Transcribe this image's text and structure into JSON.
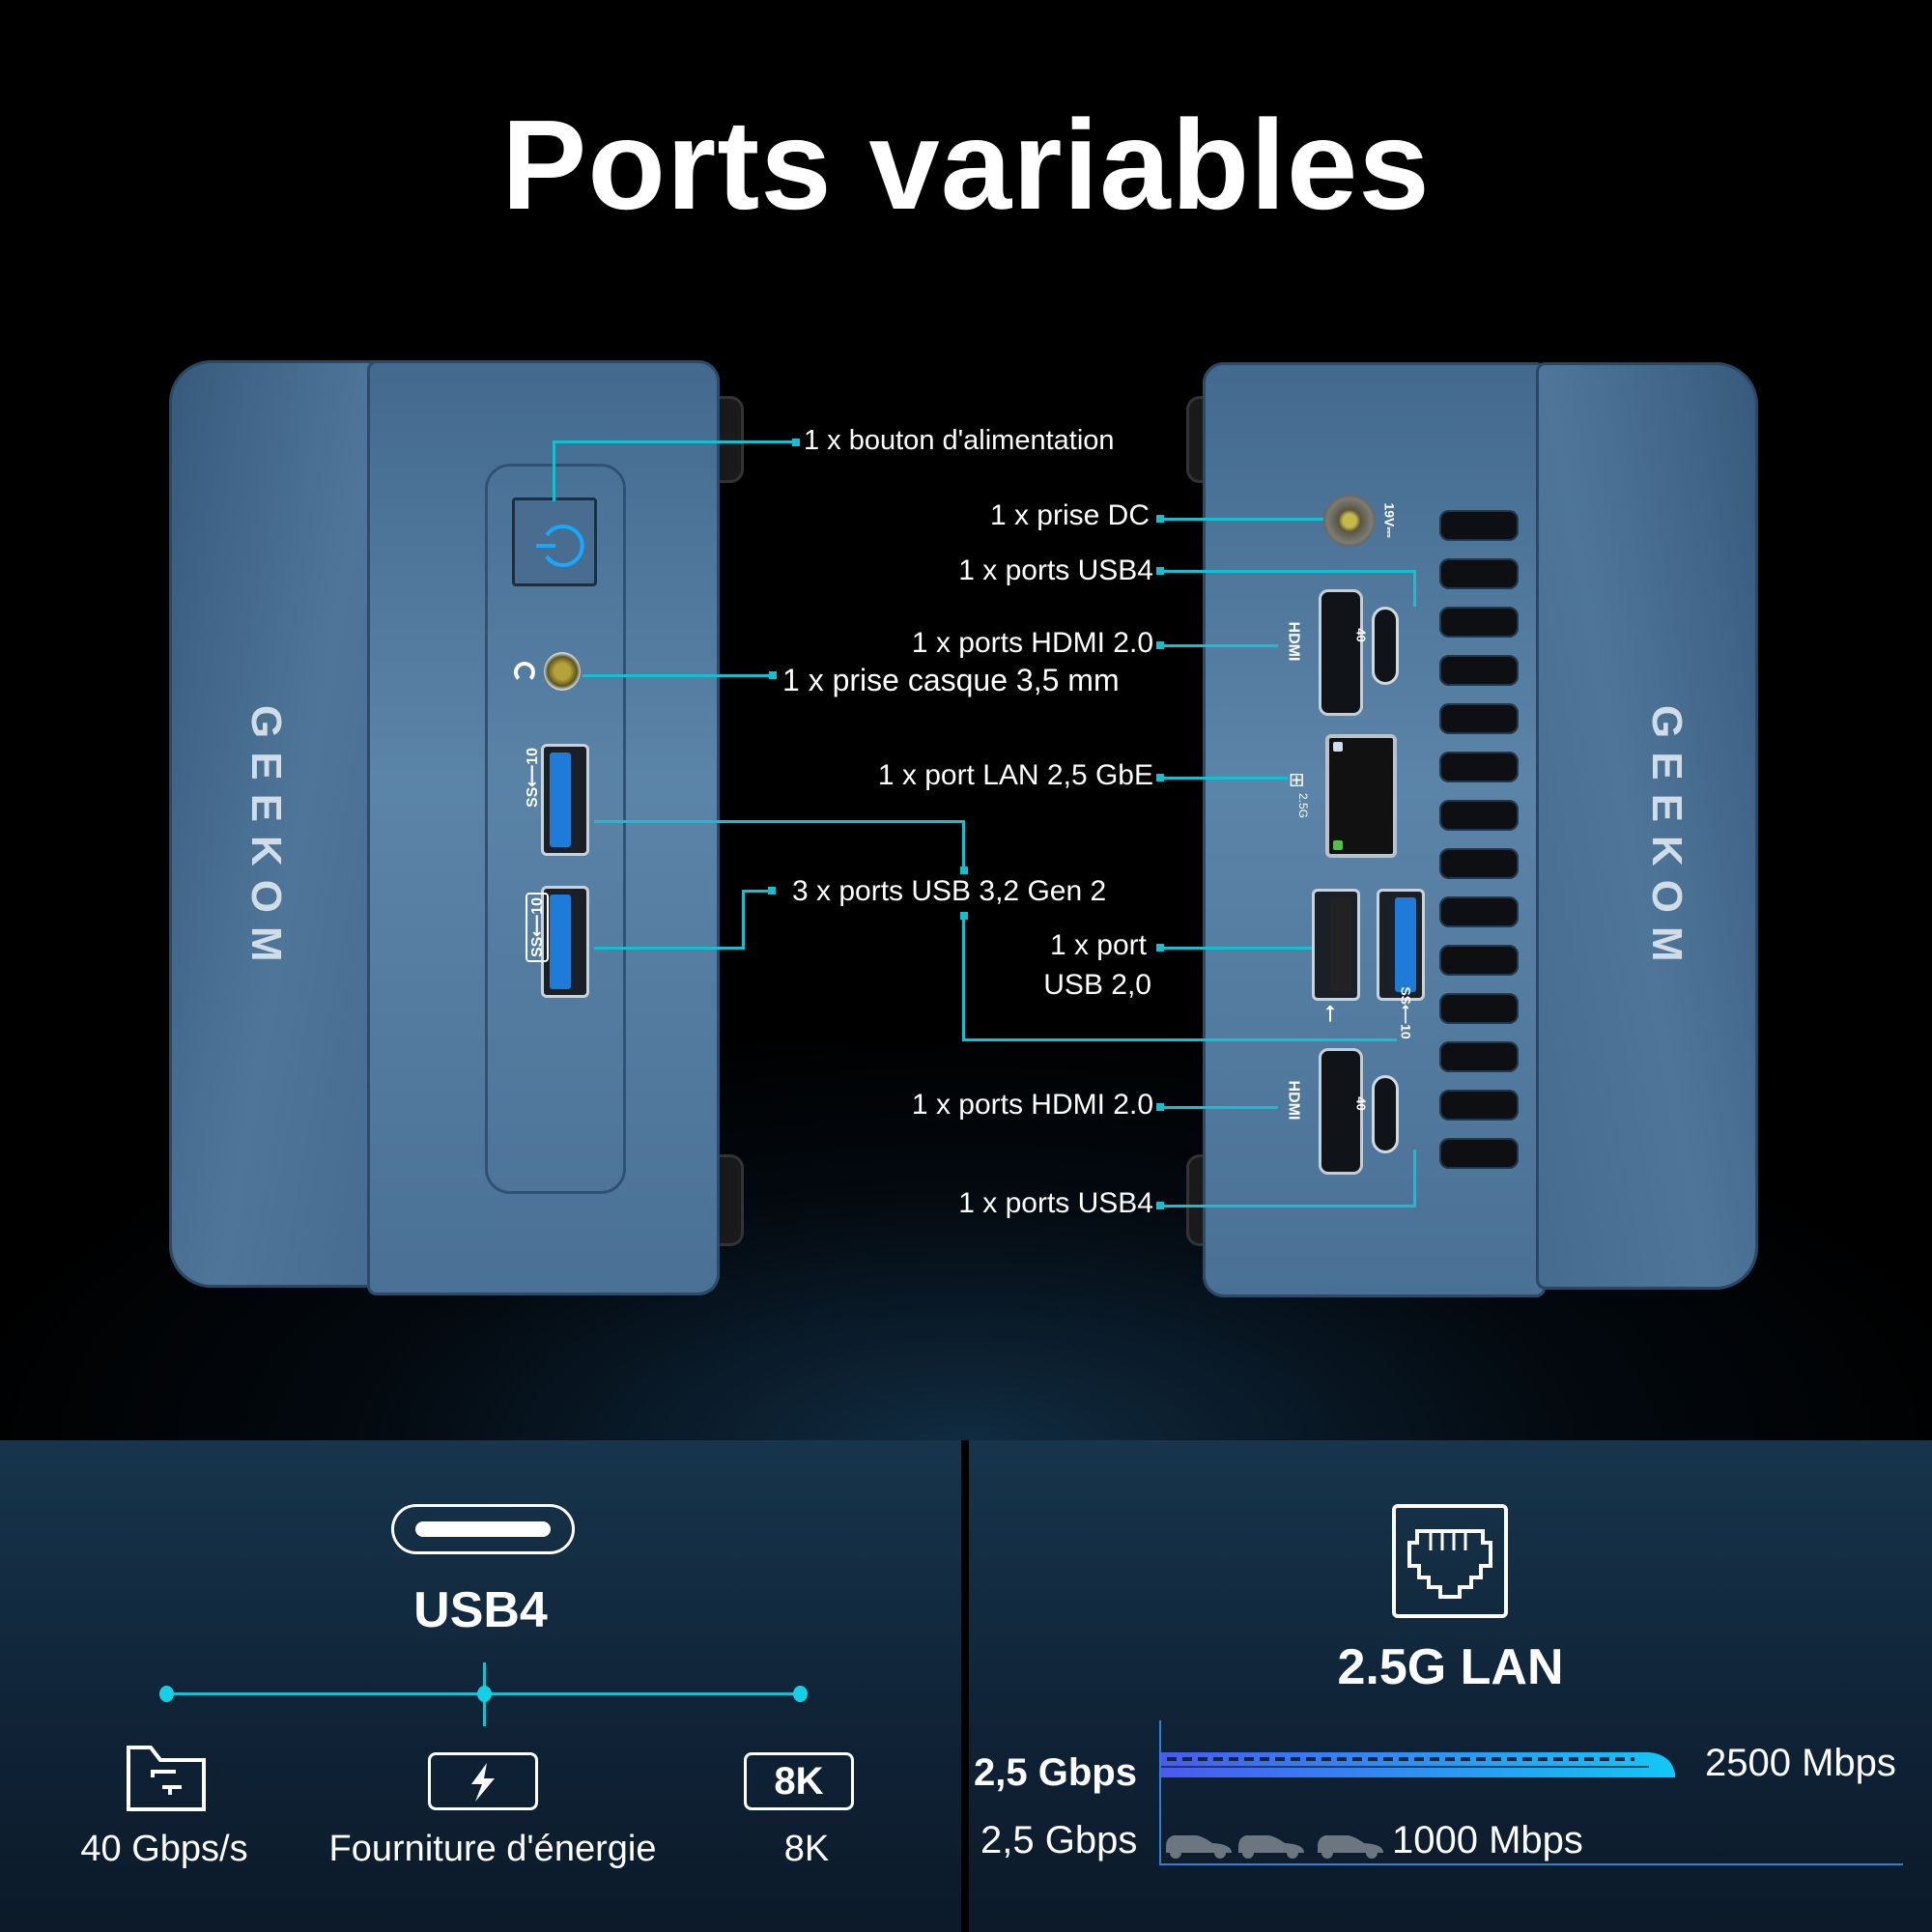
{
  "title": "Ports variables",
  "brand_logo": "GEEKOM",
  "front_device": {
    "callouts": [
      {
        "id": "power",
        "label": "1 x bouton d'alimentation",
        "icon": "power-icon"
      },
      {
        "id": "audio",
        "label": "1 x prise casque 3,5 mm",
        "icon": "headphone-icon"
      },
      {
        "id": "usb32",
        "label": "3 x ports USB 3,2 Gen 2",
        "icon": "usb-ss10-icon"
      }
    ]
  },
  "rear_device": {
    "port_markings": {
      "dc": "19V⎓",
      "lan": "2.5G",
      "hdmi": "HDMI",
      "usbc": "40",
      "ss": "SS 10"
    },
    "callouts": [
      {
        "id": "dc",
        "label": "1 x prise DC"
      },
      {
        "id": "usb4_top",
        "label": "1 x ports USB4"
      },
      {
        "id": "hdmi_top",
        "label": "1 x ports HDMI 2.0"
      },
      {
        "id": "lan",
        "label": "1 x port LAN 2,5 GbE"
      },
      {
        "id": "usb2_line1",
        "label": "1 x port"
      },
      {
        "id": "usb2_line2",
        "label": "USB 2,0"
      },
      {
        "id": "hdmi_bottom",
        "label": "1 x ports HDMI 2.0"
      },
      {
        "id": "usb4_bottom",
        "label": "1 x  ports USB4"
      }
    ]
  },
  "usb4_panel": {
    "title": "USB4",
    "icon": "usb-c-port-icon",
    "features": [
      {
        "icon": "data-transfer-folder-icon",
        "label": "40 Gbps/s"
      },
      {
        "icon": "lightning-bolt-icon",
        "label": "Fourniture d'énergie"
      },
      {
        "icon": "8k-badge-icon",
        "badge": "8K",
        "label": "8K"
      }
    ]
  },
  "lan_panel": {
    "title": "2.5G LAN",
    "icon": "ethernet-port-icon",
    "comparison": [
      {
        "left_label": "2,5 Gbps",
        "right_label": "2500 Mbps",
        "icon": "train-icon"
      },
      {
        "left_label": "2,5 Gbps",
        "right_label": "1000 Mbps",
        "icon": "car-icon"
      }
    ]
  },
  "colors": {
    "accent": "#14bfd0",
    "panel_bg": "#17334a",
    "device_blue": "#4f7699",
    "train_start": "#4a5af0",
    "train_end": "#12c8f5",
    "car_gray": "#6c7680"
  }
}
